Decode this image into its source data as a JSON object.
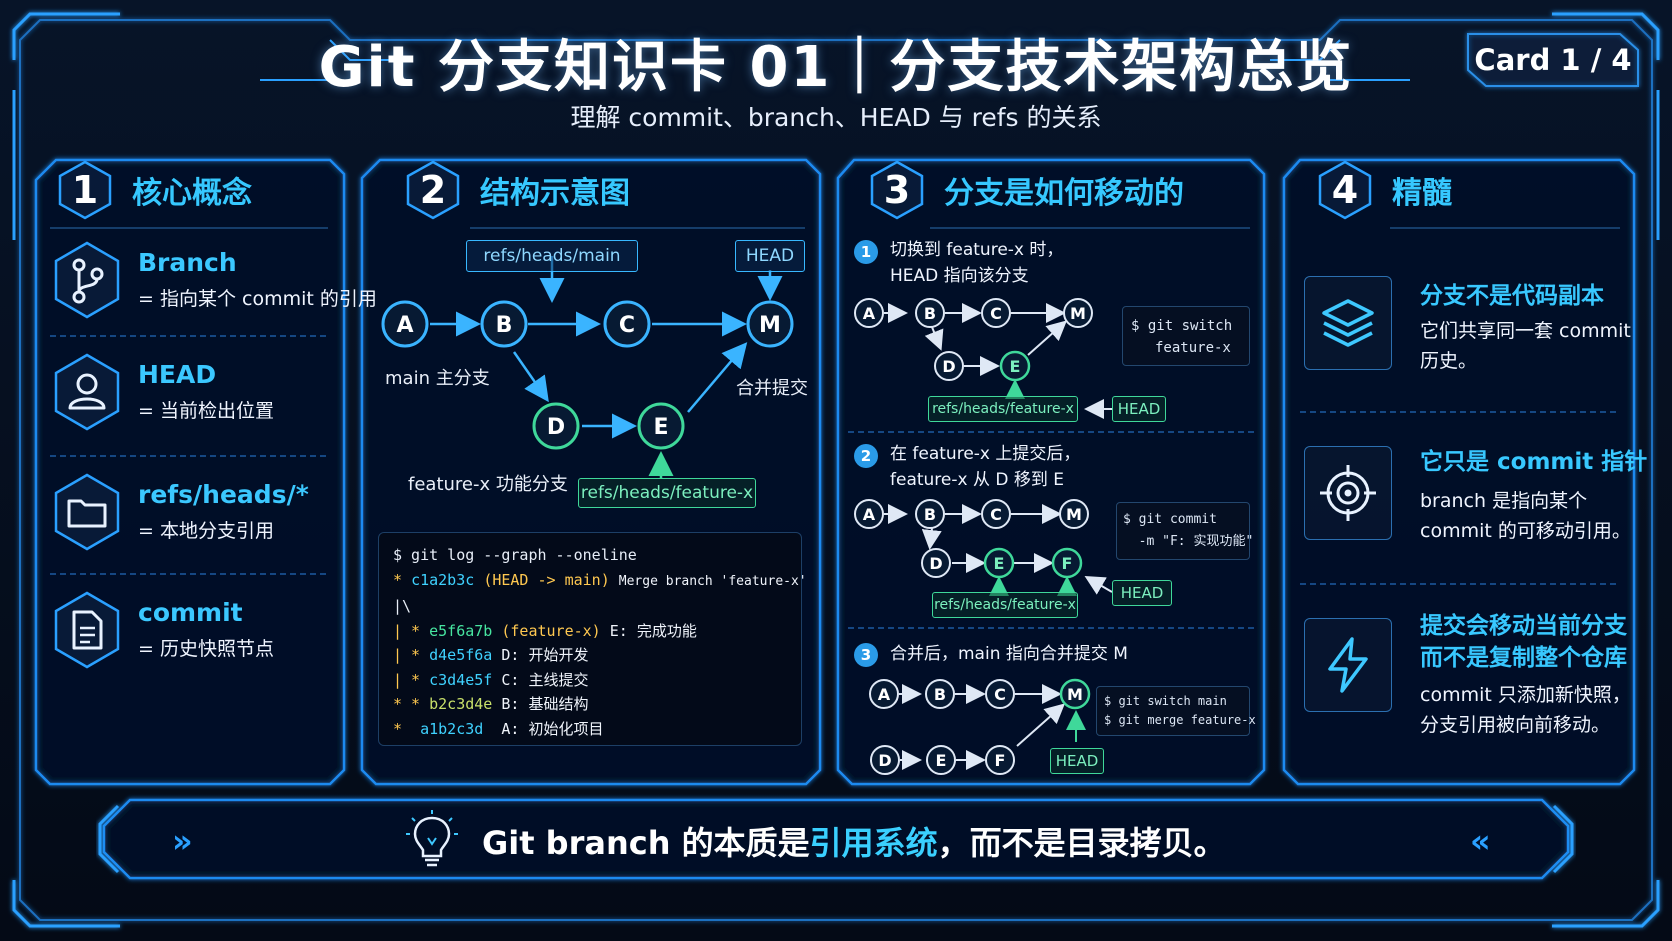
{
  "header": {
    "title": "Git 分支知识卡 01｜分支技术架构总览",
    "subtitle": "理解 commit、branch、HEAD 与 refs 的关系",
    "card_badge": "Card 1 / 4"
  },
  "panel1": {
    "number": "1",
    "title": "核心概念",
    "items": [
      {
        "name": "Branch",
        "desc": "= 指向某个 commit 的引用",
        "icon": "branch-icon"
      },
      {
        "name": "HEAD",
        "desc": "= 当前检出位置",
        "icon": "user-icon"
      },
      {
        "name": "refs/heads/*",
        "desc": "= 本地分支引用",
        "icon": "folder-icon"
      },
      {
        "name": "commit",
        "desc": "= 历史快照节点",
        "icon": "document-icon"
      }
    ]
  },
  "panel2": {
    "number": "2",
    "title": "结构示意图",
    "nodes": {
      "a": "A",
      "b": "B",
      "c": "C",
      "m": "M",
      "d": "D",
      "e": "E"
    },
    "ref_main": "refs/heads/main",
    "ref_head": "HEAD",
    "ref_feature": "refs/heads/feature-x",
    "label_main": "main 主分支",
    "label_merge": "合并提交",
    "label_feature": "feature-x 功能分支",
    "code": {
      "cmd": "$ git log --graph --oneline",
      "l1_star": "*",
      "l1_hash": "c1a2b3c",
      "l1_ref": "(HEAD -> main)",
      "l1_msg": "Merge branch 'feature-x'",
      "l2": "|\\",
      "l3_pre": "| *",
      "l3_hash": "e5f6a7b",
      "l3_ref": "(feature-x)",
      "l3_msg": "E: 完成功能",
      "l4_pre": "| *",
      "l4_hash": "d4e5f6a",
      "l4_msg": "D: 开始开发",
      "l5_pre": "| *",
      "l5_hash": "c3d4e5f",
      "l5_msg": "C: 主线提交",
      "l6_pre": "* *",
      "l6_hash": "b2c3d4e",
      "l6_msg": "B: 基础结构",
      "l7_star": "*",
      "l7_hash": "a1b2c3d",
      "l7_msg": "A: 初始化项目"
    }
  },
  "panel3": {
    "number": "3",
    "title": "分支是如何移动的",
    "step1": {
      "num": "1",
      "line1": "切换到 feature-x 时，",
      "line2": "HEAD 指向该分支",
      "cmd1": "$ git switch",
      "cmd2": "feature-x",
      "ref": "refs/heads/feature-x",
      "head": "HEAD"
    },
    "step2": {
      "num": "2",
      "line1": "在 feature-x 上提交后，",
      "line2": "feature-x 从 D 移到 E",
      "cmd1": "$ git commit",
      "cmd2": "  -m \"F: 实现功能\"",
      "ref": "refs/heads/feature-x",
      "head": "HEAD"
    },
    "step3": {
      "num": "3",
      "line1": "合并后，main 指向合并提交 M",
      "cmd1": "$ git switch main",
      "cmd2": "$ git merge feature-x",
      "head": "HEAD"
    },
    "nodes": {
      "a": "A",
      "b": "B",
      "c": "C",
      "m": "M",
      "d": "D",
      "e": "E",
      "f": "F"
    }
  },
  "panel4": {
    "number": "4",
    "title": "精髓",
    "items": [
      {
        "title1": "分支不是代码副本",
        "title2": "",
        "desc1": "它们共享同一套 commit",
        "desc2": "历史。",
        "icon": "layers-icon"
      },
      {
        "title1": "它只是 commit 指针",
        "title2": "",
        "desc1": "branch 是指向某个",
        "desc2": "commit 的可移动引用。",
        "icon": "target-icon"
      },
      {
        "title1": "提交会移动当前分支",
        "title2": "而不是复制整个仓库",
        "desc1": "commit 只添加新快照，",
        "desc2": "分支引用被向前移动。",
        "icon": "lightning-icon"
      }
    ]
  },
  "footer": {
    "text_before": "Git branch 的本质是",
    "text_highlight": "引用系统",
    "text_after": "，而不是目录拷贝。"
  },
  "colors": {
    "accent": "#36c8ff",
    "green": "#3fd89a",
    "frame": "#1e8fe8",
    "background": "#050d1c"
  }
}
